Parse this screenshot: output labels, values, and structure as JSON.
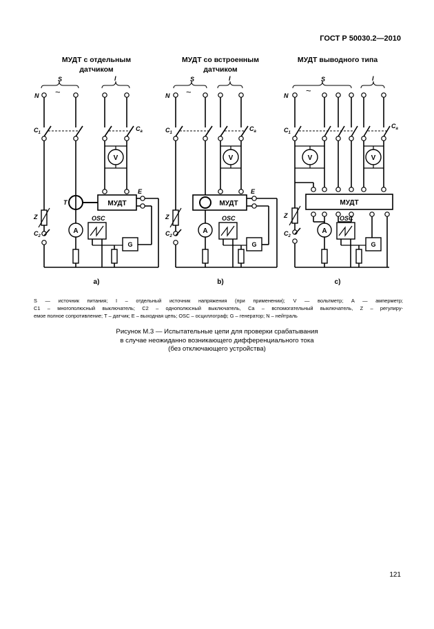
{
  "header": {
    "standard": "ГОСТ Р 50030.2—2010"
  },
  "diagrams": [
    {
      "title_lines": [
        "МУДТ с отдельным",
        "датчиком"
      ],
      "supply_labels": {
        "s": "S",
        "tilde": "~",
        "i": "I"
      },
      "terminal_labels": {
        "n": "N",
        "c1": "C",
        "c1_sub": "1",
        "ca": "C",
        "ca_sub": "a",
        "t": "T",
        "e": "E",
        "z": "Z",
        "c2": "C",
        "c2_sub": "2"
      },
      "device_label": "МУДТ",
      "voltmeter": "V",
      "ammeter": "A",
      "osc": "OSC",
      "generator": "G",
      "panel_label": "a)"
    },
    {
      "title_lines": [
        "МУДТ со встроенным",
        "датчиком"
      ],
      "supply_labels": {
        "s": "S",
        "tilde": "~",
        "i": "I"
      },
      "terminal_labels": {
        "n": "N",
        "c1": "C",
        "c1_sub": "1",
        "ca": "C",
        "ca_sub": "a",
        "e": "E",
        "z": "Z",
        "c2": "C",
        "c2_sub": "2"
      },
      "device_label": "МУДТ",
      "voltmeter": "V",
      "ammeter": "A",
      "osc": "OSC",
      "generator": "G",
      "panel_label": "b)"
    },
    {
      "title_lines": [
        "МУДТ выводного типа"
      ],
      "supply_labels": {
        "s": "S",
        "tilde": "~",
        "i": "I"
      },
      "terminal_labels": {
        "n": "N",
        "c1": "C",
        "c1_sub": "1",
        "ca": "C",
        "ca_sub": "a",
        "z": "Z",
        "c2": "C",
        "c2_sub": "2"
      },
      "device_label": "МУДТ",
      "voltmeter": "V",
      "ammeter": "A",
      "osc": "OSC",
      "generator": "G",
      "panel_label": "c)"
    }
  ],
  "legend_lines": [
    "S — источник питания;  I  – отдельный  источник  напряжения  (при применении);  V — вольтметр;  A — амперметр;",
    "C1 – многополюсный выключатель; C2 – однополюсный выключатель, Ca – вспомогательный выключатель, Z – регулиру-",
    "емое полное сопротивление; T – датчик; E – выходная цепь; OSC – осциллограф; G – генератор; N – нейтраль"
  ],
  "caption_lines": [
    "Рисунок М.3 — Испытательные цепи для проверки срабатывания",
    "в случае неожиданно возникающего дифференциального тока",
    "(без отключающего устройства)"
  ],
  "page_number": "121"
}
